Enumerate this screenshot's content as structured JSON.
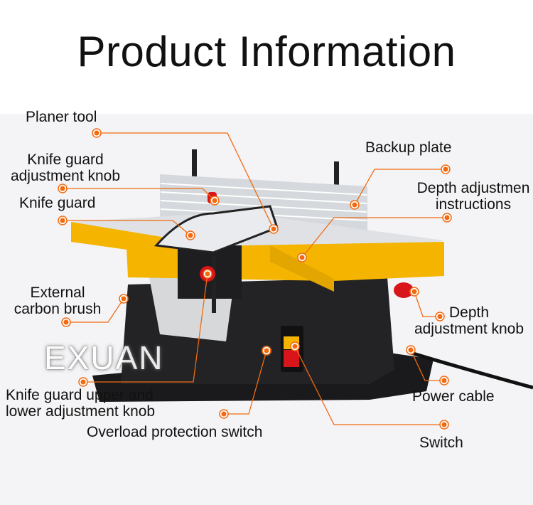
{
  "title": "Product Information",
  "watermark": "EXUAN",
  "labels": {
    "planer_tool": "Planer tool",
    "knife_guard_knob_1": "Knife guard",
    "knife_guard_knob_2": "adjustment knob",
    "knife_guard": "Knife guard",
    "external_brush_1": "External",
    "external_brush_2": "carbon brush",
    "knife_guard_upper_1": "Knife guard upper and",
    "knife_guard_upper_2": "lower adjustment knob",
    "overload": "Overload protection switch",
    "backup_plate": "Backup plate",
    "depth_instr_1": "Depth adjustmen",
    "depth_instr_2": "instructions",
    "depth_knob_1": "Depth",
    "depth_knob_2": "adjustment knob",
    "power_cable": "Power cable",
    "switch": "Switch"
  },
  "colors": {
    "callout": "#f26a10",
    "body_yellow": "#f5b400",
    "base_black": "#1e1e20",
    "knob_red": "#d8151b"
  }
}
